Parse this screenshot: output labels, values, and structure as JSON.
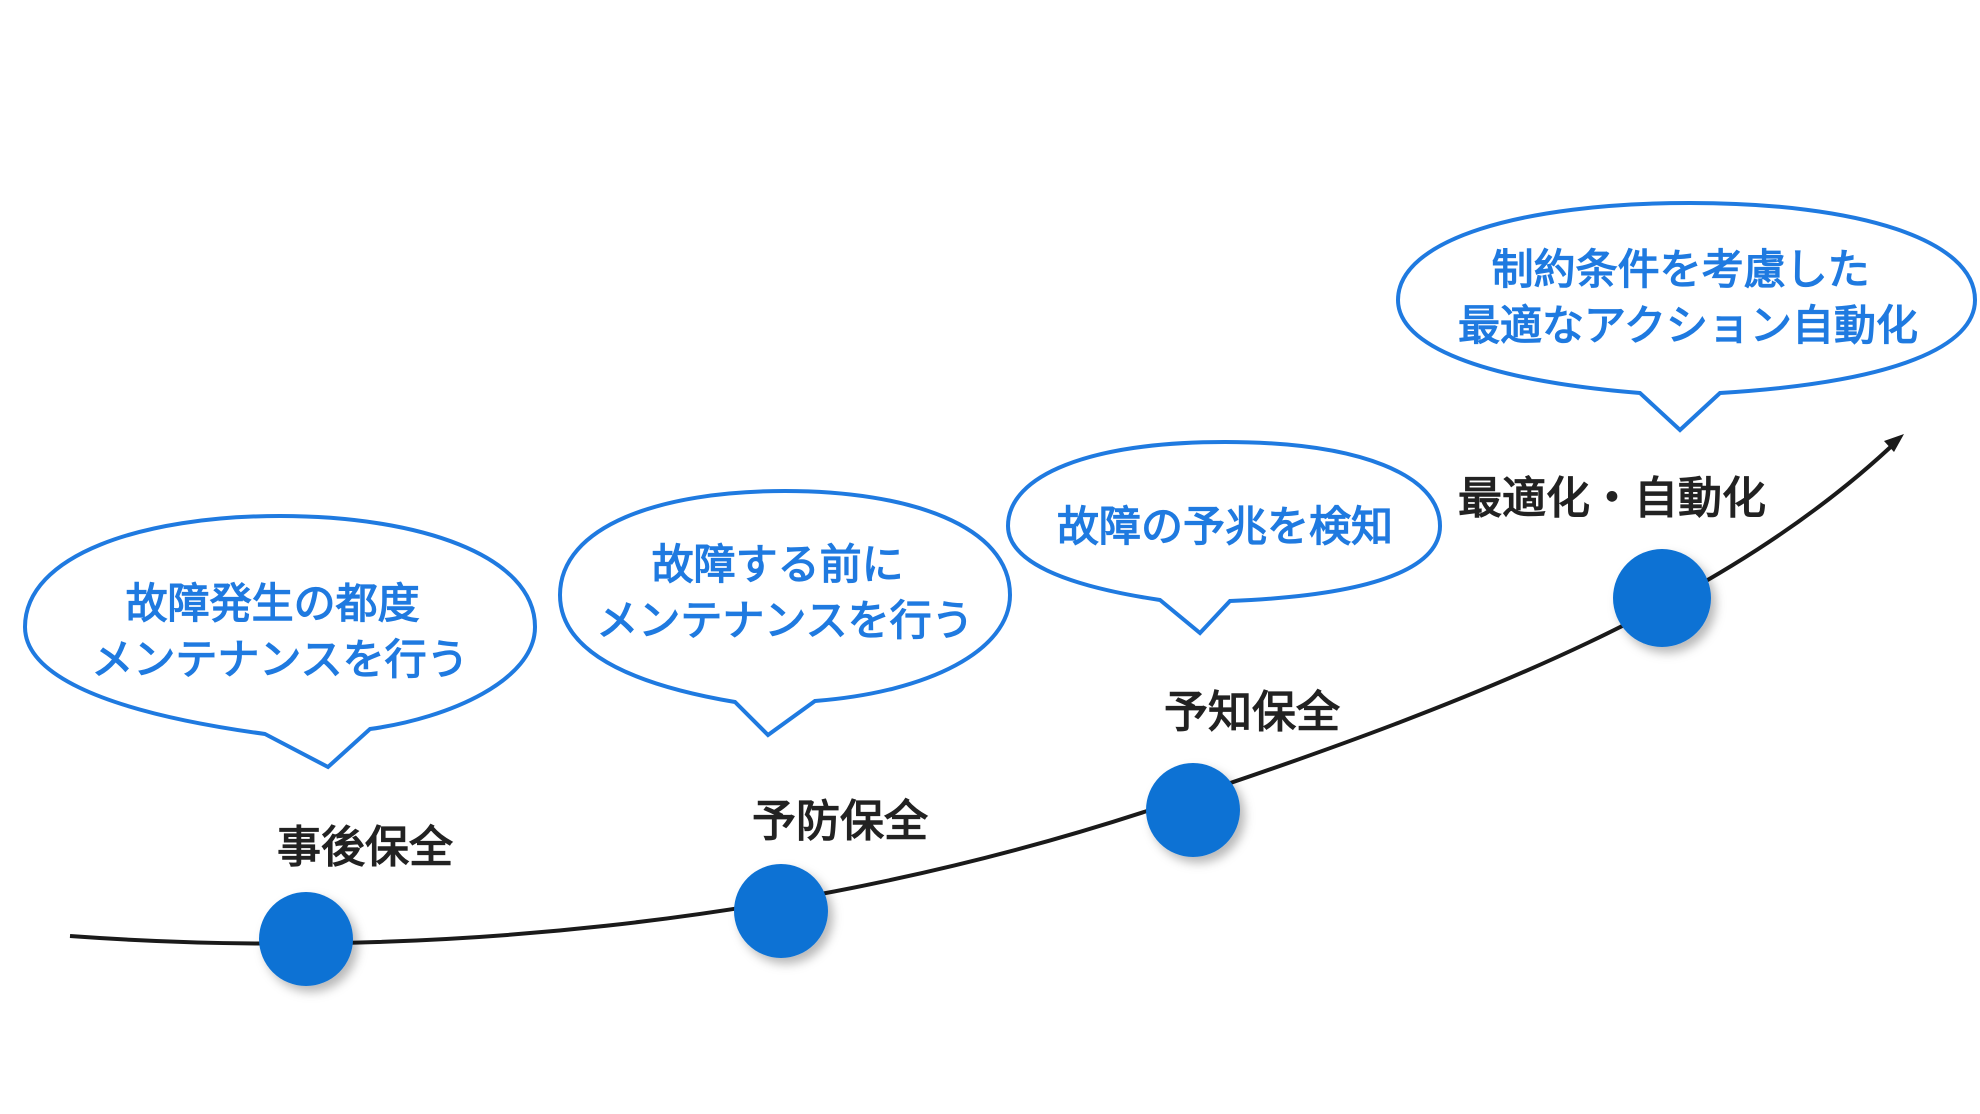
{
  "colors": {
    "accent": "#1f7ae0",
    "dot": "#0e72d4",
    "curve": "#1a1a1a",
    "label": "#222222"
  },
  "stages": [
    {
      "id": "reactive",
      "label": "事後保全",
      "bubble": [
        "故障発生の都度",
        "メンテナンスを行う"
      ]
    },
    {
      "id": "preventive",
      "label": "予防保全",
      "bubble": [
        "故障する前に",
        "メンテナンスを行う"
      ]
    },
    {
      "id": "predictive",
      "label": "予知保全",
      "bubble": [
        "故障の予兆を検知"
      ]
    },
    {
      "id": "optimize",
      "label": "最適化・自動化",
      "bubble": [
        "制約条件を考慮した",
        "最適なアクション自動化"
      ]
    }
  ]
}
